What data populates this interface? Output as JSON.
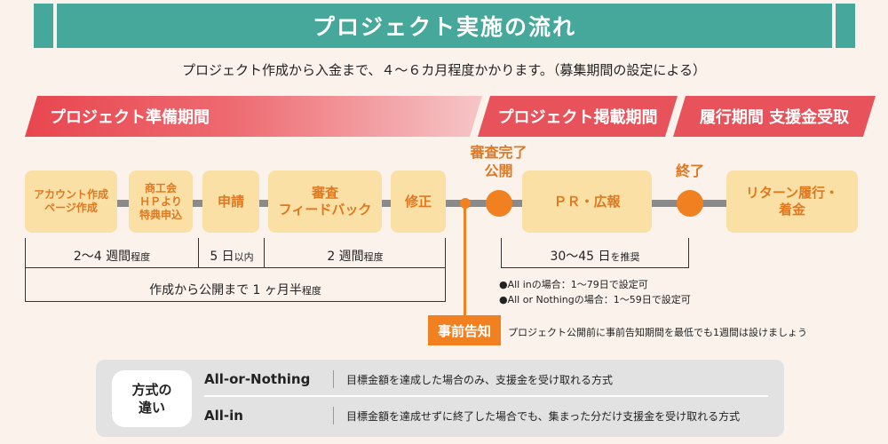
{
  "title": "プロジェクト実施の流れ",
  "subtitle": "プロジェクト作成から入金まで、４～６カ月程度かかります。（募集期間の設定による）",
  "phases": [
    {
      "label": "プロジェクト準備期間"
    },
    {
      "label": "プロジェクト掲載期間"
    },
    {
      "label": "履行期間 支援金受取"
    }
  ],
  "steps": [
    {
      "label": "アカウント作成\nページ作成"
    },
    {
      "label": "商工会\nＨＰより\n特典申込"
    },
    {
      "label": "申請"
    },
    {
      "label": "審査\nフィードバック"
    },
    {
      "label": "修正"
    },
    {
      "label": "ＰＲ・広報"
    },
    {
      "label": "リターン履行・\n着金"
    }
  ],
  "milestones": {
    "publish": "審査完了\n公開",
    "end": "終了"
  },
  "durations": {
    "d1_main": "2～4 週間",
    "d1_suffix": "程度",
    "d2_main": "5 日",
    "d2_suffix": "以内",
    "d3_main": "2 週間",
    "d3_suffix": "程度",
    "total_main": "作成から公開まで 1 ヶ月半",
    "total_suffix": "程度",
    "listing_main": "30～45 日",
    "listing_suffix": "を推奨"
  },
  "notes": {
    "all_in": "●All inの場合：1～79日で設定可",
    "all_or_nothing": "●All or Nothingの場合：1～59日で設定可"
  },
  "advance_notice": {
    "label": "事前告知",
    "text": "プロジェクト公開前に事前告知期間を最低でも1週間は設けましょう"
  },
  "comparison": {
    "badge": "方式の\n違い",
    "rows": [
      {
        "mode": "All-or-Nothing",
        "desc": "目標金額を達成した場合のみ、支援金を受け取れる方式"
      },
      {
        "mode": "All-in",
        "desc": "目標金額を達成せずに終了した場合でも、集まった分だけ支援金を受け取れる方式"
      }
    ]
  },
  "colors": {
    "teal": "#46a89a",
    "red": "#e8525a",
    "orange": "#f08020",
    "box_fill": "#fbe0a6"
  }
}
